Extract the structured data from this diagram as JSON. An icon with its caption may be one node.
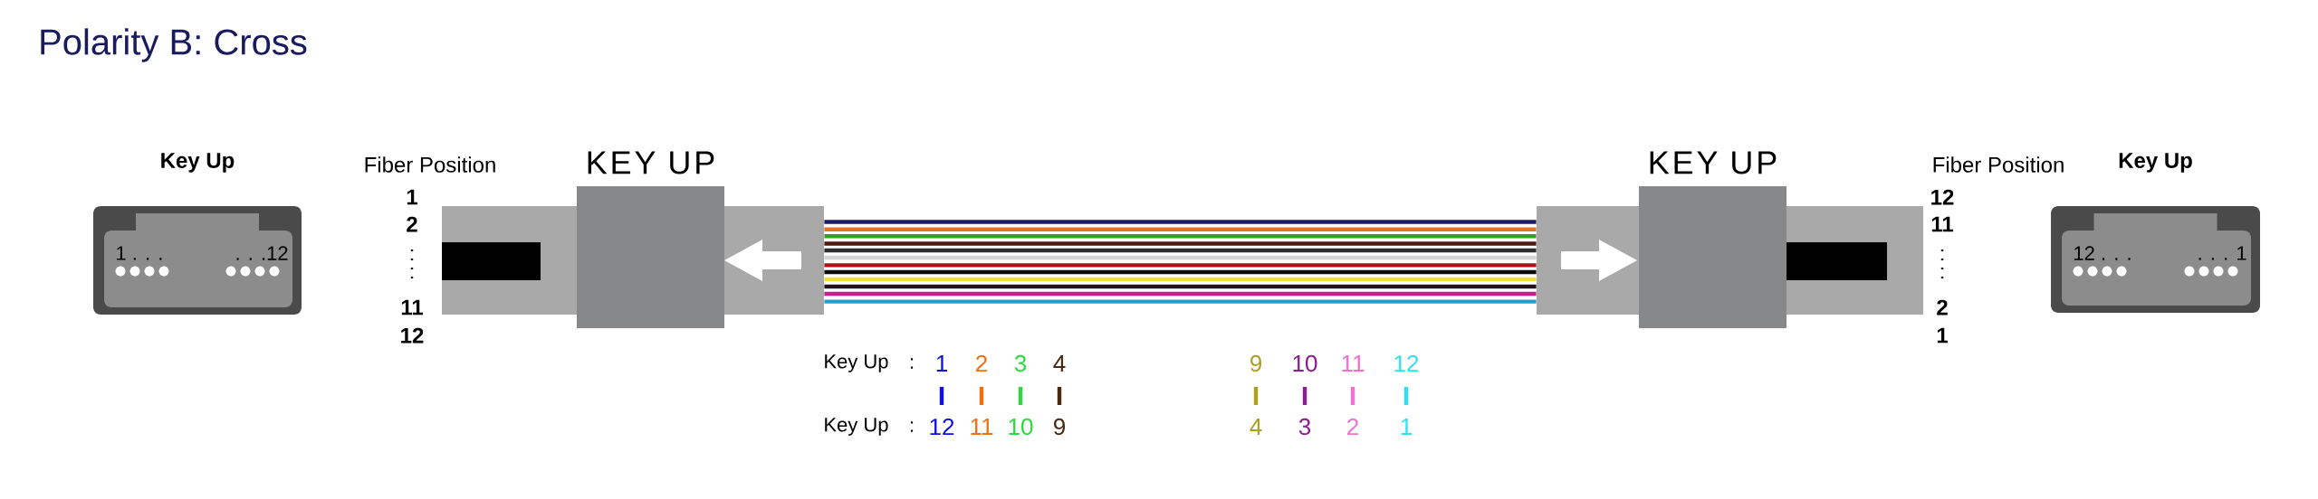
{
  "diagram": {
    "title": "Polarity B: Cross",
    "nodes": [
      {
        "text": [
          "Key Up",
          "1 . . .",
          ". . .12"
        ]
      },
      {
        "text": [
          "KEY UP"
        ]
      },
      {
        "text": [
          "KEY UP"
        ]
      },
      {
        "text": [
          "Key Up",
          "12 . . .",
          ". . . 1"
        ]
      }
    ],
    "edges": [
      {
        "from": 1,
        "to": 2,
        "arrow": "none",
        "color": "#1c1a66"
      },
      {
        "from": 1,
        "to": 2,
        "arrow": "none",
        "color": "#e07424"
      },
      {
        "from": 1,
        "to": 2,
        "arrow": "none",
        "color": "#3c9a2c"
      },
      {
        "from": 1,
        "to": 2,
        "arrow": "none",
        "color": "#4e1a12"
      },
      {
        "from": 1,
        "to": 2,
        "arrow": "none",
        "color": "#2e2e2e"
      },
      {
        "from": 1,
        "to": 2,
        "arrow": "none",
        "color": "#d4d4d4"
      },
      {
        "from": 1,
        "to": 2,
        "arrow": "none",
        "color": "#a81414"
      },
      {
        "from": 1,
        "to": 2,
        "arrow": "none",
        "color": "#0c0c0c"
      },
      {
        "from": 1,
        "to": 2,
        "arrow": "none",
        "color": "#eee040"
      },
      {
        "from": 1,
        "to": 2,
        "arrow": "none",
        "color": "#24121e"
      },
      {
        "from": 1,
        "to": 2,
        "arrow": "none",
        "color": "#c4208c"
      },
      {
        "from": 1,
        "to": 2,
        "arrow": "none",
        "color": "#2c9cd0"
      }
    ],
    "labels": [
      "Fiber Position",
      "1",
      "2",
      "11",
      "12",
      "Fiber Position",
      "12",
      "11",
      "2",
      "1",
      "Key Up",
      ":",
      "1",
      "2",
      "3",
      "4",
      "9",
      "10",
      "11",
      "12",
      "Key Up",
      ":",
      "12",
      "11",
      "10",
      "9",
      "4",
      "3",
      "2",
      "1"
    ]
  }
}
